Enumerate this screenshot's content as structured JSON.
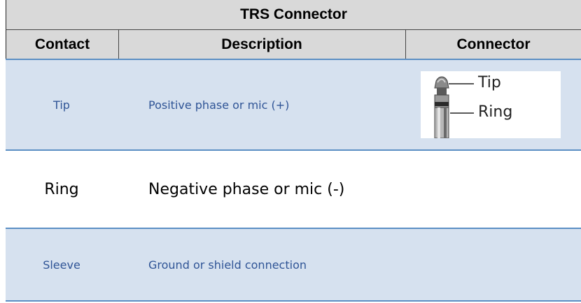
{
  "table": {
    "title": "TRS Connector",
    "headers": [
      "Contact",
      "Description",
      "Connector"
    ],
    "rows": [
      {
        "contact": "Tip",
        "description": "Positive phase or mic (+)",
        "connector_image": "trs-plug-diagram"
      },
      {
        "contact": "Ring",
        "description": "Negative phase or mic (-)"
      },
      {
        "contact": "Sleeve",
        "description": "Ground or shield connection"
      }
    ],
    "connector_labels": {
      "tip": "Tip",
      "ring": "Ring"
    }
  },
  "colors": {
    "header_bg": "#d9d9d9",
    "row_shade": "#d6e1ef",
    "rule": "#5b8fc4",
    "blue_text": "#2f5496"
  }
}
